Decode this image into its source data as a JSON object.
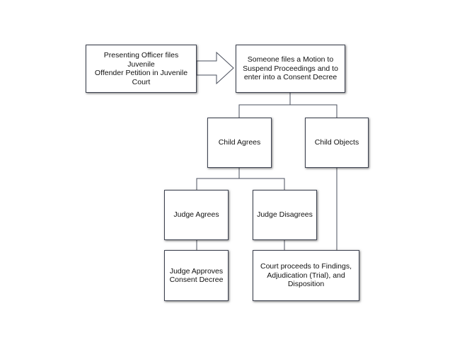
{
  "nodes": {
    "petition": "Presenting Officer files Juvenile\nOffender Petition in Juvenile\nCourt",
    "motion": "Someone files a Motion to\nSuspend Proceedings and to\nenter into a Consent Decree",
    "child_agrees": "Child Agrees",
    "child_objects": "Child Objects",
    "judge_agrees": "Judge Agrees",
    "judge_disagrees": "Judge Disagrees",
    "judge_approves": "Judge Approves\nConsent Decree",
    "court_proceeds": "Court proceeds to Findings,\nAdjudication (Trial), and\nDisposition"
  },
  "colors": {
    "border": "#3d4250",
    "connector": "#4a4f5c",
    "arrow_fill": "#ffffff"
  }
}
